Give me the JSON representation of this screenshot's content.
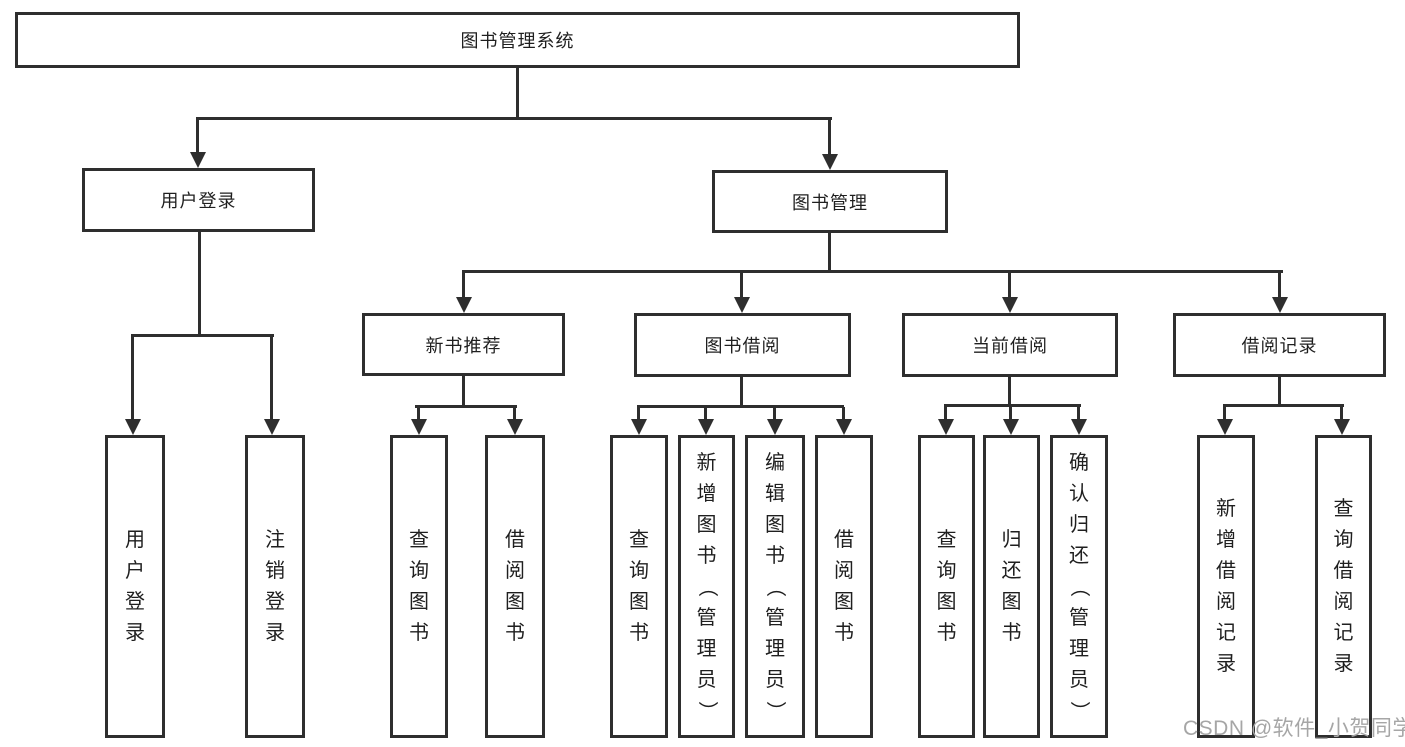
{
  "colors": {
    "line": "#2e2e2e",
    "text": "#1f1f1f",
    "background": "#ffffff",
    "watermark": "#a6a6a6"
  },
  "watermark": {
    "text": "CSDN @软件_小贺同学"
  },
  "tree": {
    "label": "图书管理系统",
    "children": [
      {
        "label": "用户登录",
        "children": [
          {
            "label": "用户登录"
          },
          {
            "label": "注销登录"
          }
        ]
      },
      {
        "label": "图书管理",
        "children": [
          {
            "label": "新书推荐",
            "children": [
              {
                "label": "查询图书"
              },
              {
                "label": "借阅图书"
              }
            ]
          },
          {
            "label": "图书借阅",
            "children": [
              {
                "label": "查询图书"
              },
              {
                "label": "新增图书（管理员）"
              },
              {
                "label": "编辑图书（管理员）"
              },
              {
                "label": "借阅图书"
              }
            ]
          },
          {
            "label": "当前借阅",
            "children": [
              {
                "label": "查询图书"
              },
              {
                "label": "归还图书"
              },
              {
                "label": "确认归还（管理员）"
              }
            ]
          },
          {
            "label": "借阅记录",
            "children": [
              {
                "label": "新增借阅记录"
              },
              {
                "label": "查询借阅记录"
              }
            ]
          }
        ]
      }
    ]
  }
}
